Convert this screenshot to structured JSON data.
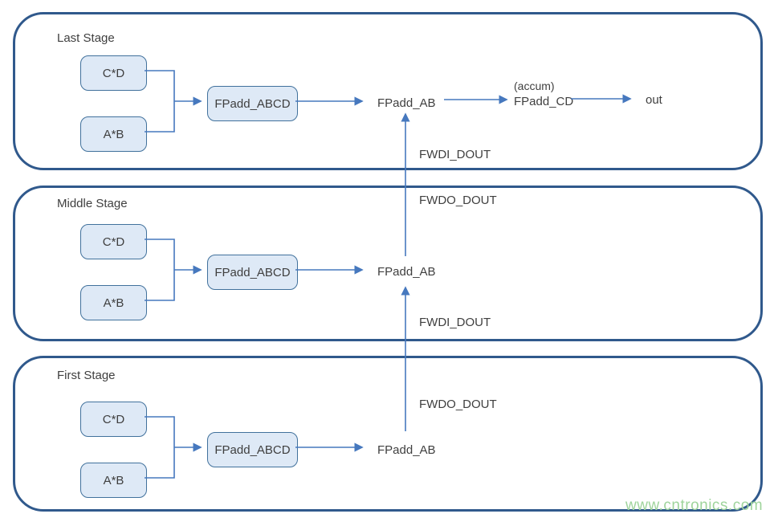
{
  "colors": {
    "stage_border": "#30598c",
    "box_border": "#41719c",
    "box_fill": "#dee9f6",
    "wire": "#4678be",
    "text": "#3f3f3f",
    "watermark": "#9fd49c"
  },
  "stages": [
    {
      "label": "Last Stage",
      "cd": "C*D",
      "ab": "A*B",
      "fpadd_abcd": "FPadd_ABCD",
      "fpadd_ab": "FPadd_AB",
      "accum_note": "(accum)",
      "fpadd_cd": "FPadd_CD",
      "out": "out",
      "fwdi": "FWDI_DOUT"
    },
    {
      "label": "Middle Stage",
      "cd": "C*D",
      "ab": "A*B",
      "fpadd_abcd": "FPadd_ABCD",
      "fpadd_ab": "FPadd_AB",
      "fwdo": "FWDO_DOUT",
      "fwdi": "FWDI_DOUT"
    },
    {
      "label": "First Stage",
      "cd": "C*D",
      "ab": "A*B",
      "fpadd_abcd": "FPadd_ABCD",
      "fpadd_ab": "FPadd_AB",
      "fwdo": "FWDO_DOUT"
    }
  ],
  "watermark": "www.cntronics.com"
}
